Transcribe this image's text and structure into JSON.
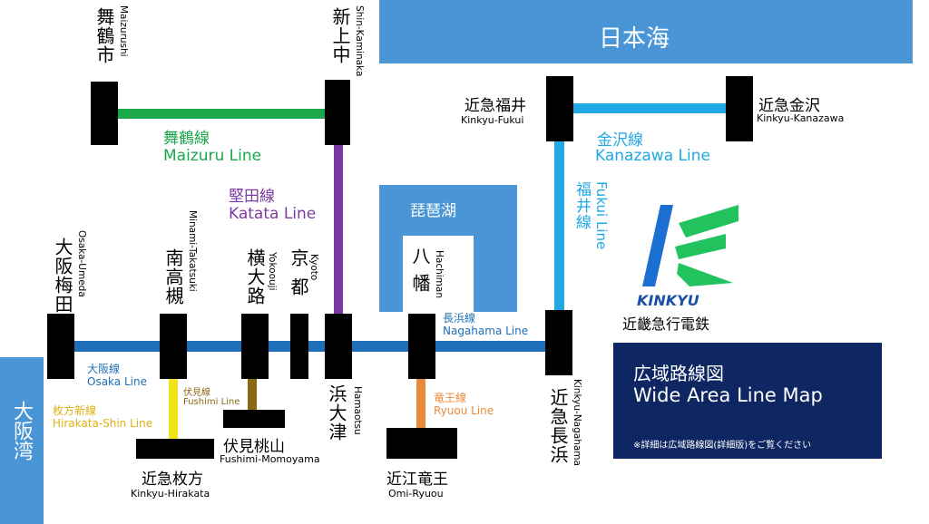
{
  "water": {
    "sea": "日本海",
    "lake": "琵琶湖",
    "bay": "大阪湾"
  },
  "brand": {
    "name": "KINKYU",
    "subname": "近畿急行電鉄",
    "logo_colors": [
      "#1b6fd1",
      "#22c35e"
    ]
  },
  "legend": {
    "title_jp": "広域路線図",
    "title_en": "Wide Area Line Map",
    "note": "※詳細は広域路線図(詳細版)をご覧ください"
  },
  "lines": {
    "maizuru": {
      "jp": "舞鶴線",
      "en": "Maizuru Line",
      "color": "#1aa84a"
    },
    "katata": {
      "jp": "堅田線",
      "en": "Katata Line",
      "color": "#7b3aa0"
    },
    "kanazawa": {
      "jp": "金沢線",
      "en": "Kanazawa Line",
      "color": "#1fa8e4"
    },
    "fukui": {
      "jp": "福井線",
      "en": "Fukui Line",
      "color": "#1fa8e4"
    },
    "osaka": {
      "jp": "大阪線",
      "en": "Osaka Line",
      "color": "#1f6fb8"
    },
    "nagahama": {
      "jp": "長浜線",
      "en": "Nagahama Line",
      "color": "#1f6fb8"
    },
    "hirakata_shin": {
      "jp": "枚方新線",
      "en": "Hirakata-Shin Line",
      "color": "#f0c419"
    },
    "fushimi": {
      "jp": "伏見線",
      "en": "Fushimi Line",
      "color": "#8b6914"
    },
    "ryuou": {
      "jp": "竜王線",
      "en": "Ryuou Line",
      "color": "#e98a3a"
    }
  },
  "stations": {
    "maizurushi": {
      "jp": "舞鶴市",
      "en": "Maizurushi"
    },
    "shin_kaminaka": {
      "jp": "新上中",
      "en": "Shin-Kaminaka"
    },
    "kinkyu_fukui": {
      "jp": "近急福井",
      "en": "Kinkyu-Fukui"
    },
    "kinkyu_kanazawa": {
      "jp": "近急金沢",
      "en": "Kinkyu-Kanazawa"
    },
    "osaka_umeda": {
      "jp": "大阪梅田",
      "en": "Osaka-Umeda"
    },
    "minami_takatsuki": {
      "jp": "南高槻",
      "en": "Minami-Takatsuki"
    },
    "yokoouji": {
      "jp": "横大路",
      "en": "Yokoouji"
    },
    "kyoto": {
      "jp": "京都",
      "en": "Kyoto"
    },
    "hamaotsu": {
      "jp": "浜大津",
      "en": "Hamaotsu"
    },
    "hachiman": {
      "jp": "八幡",
      "en": "Hachiman"
    },
    "kinkyu_nagahama": {
      "jp": "近急長浜",
      "en": "Kinkyu-Nagahama"
    },
    "kinkyu_hirakata": {
      "jp": "近急枚方",
      "en": "Kinkyu-Hirakata"
    },
    "fushimi_momoyama": {
      "jp": "伏見桃山",
      "en": "Fushimi-Momoyama"
    },
    "omi_ryuou": {
      "jp": "近江竜王",
      "en": "Omi-Ryuou"
    }
  }
}
